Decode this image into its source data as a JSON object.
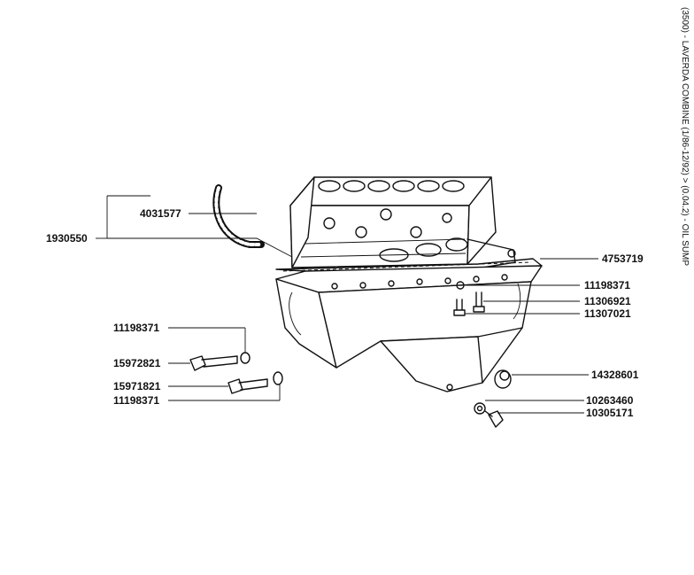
{
  "title": "(3500) - LAVERDA COMBINE (1/86-12/92) > (0.04.2) - OIL SUMP",
  "part_numbers": {
    "p4031577": "4031577",
    "p1930550": "1930550",
    "p4753719": "4753719",
    "p11198371_right": "11198371",
    "p11306921": "11306921",
    "p11307021": "11307021",
    "p11198371_left_top": "11198371",
    "p15972821": "15972821",
    "p15971821": "15971821",
    "p11198371_left_bottom": "11198371",
    "p14328601": "14328601",
    "p10263460": "10263460",
    "p10305171": "10305171"
  },
  "icons": {
    "engine_block": "engine-block-icon",
    "oil_sump": "oil-sump-icon",
    "gasket": "gasket-icon",
    "dipstick_tube": "dipstick-tube-icon"
  }
}
